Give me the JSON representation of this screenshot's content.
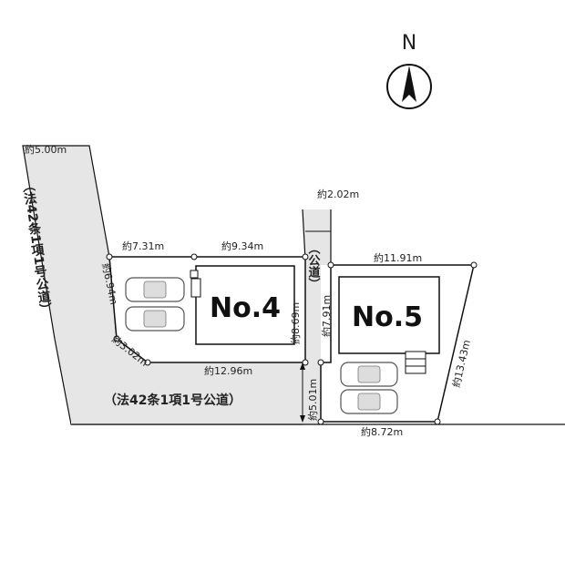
{
  "compass": {
    "label": "N"
  },
  "roads": {
    "left_width": "約5.00m",
    "left_name": "（法42条1項1号公道）",
    "bottom_name": "（法42条1項1号公道）",
    "middle_width": "約2.02m",
    "middle_name": "（公道）"
  },
  "lots": {
    "no4": {
      "label": "No.4",
      "dims": {
        "top_left": "約7.31m",
        "top_right": "約9.34m",
        "left": "約6.94m",
        "corner": "約3.02m",
        "bottom": "約12.96m",
        "right": "約8.69m"
      }
    },
    "no5": {
      "label": "No.5",
      "dims": {
        "top": "約11.91m",
        "left_upper": "約7.91m",
        "left_lower": "約5.01m",
        "right": "約13.43m",
        "bottom": "約8.72m"
      }
    }
  },
  "colors": {
    "road": "#e6e6e6",
    "line": "#111111"
  }
}
